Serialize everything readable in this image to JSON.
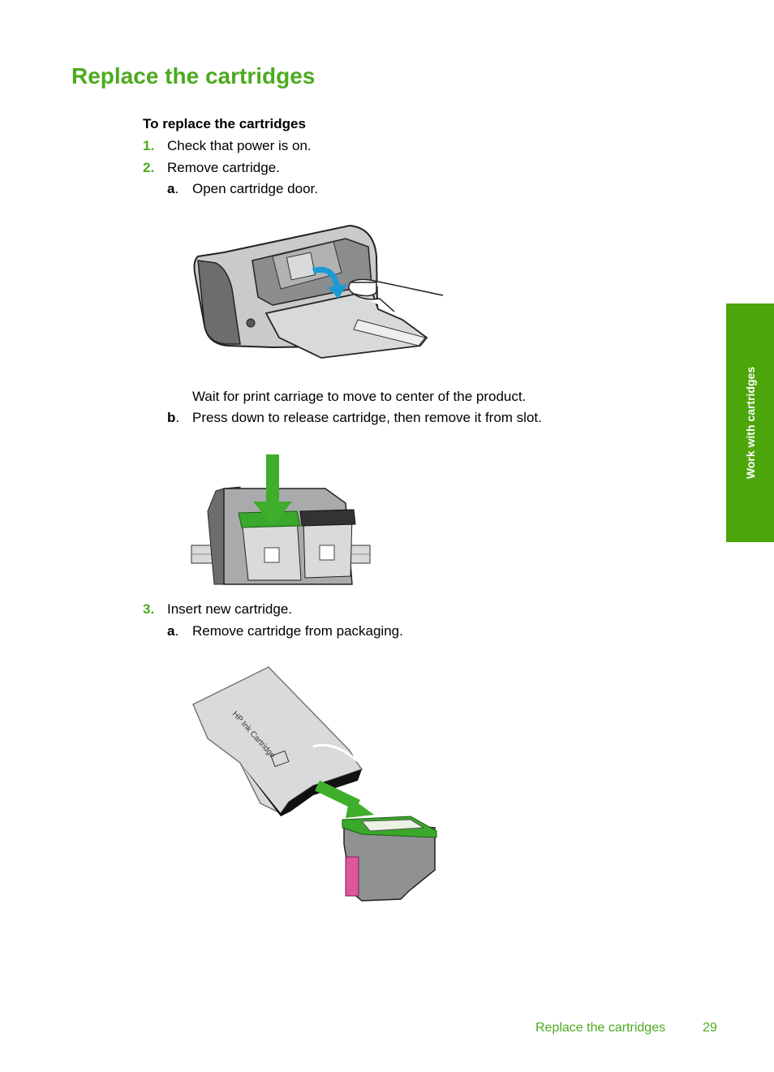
{
  "page_title": "Replace the cartridges",
  "procedure_title": "To replace the cartridges",
  "steps": [
    {
      "number": "1.",
      "text": "Check that power is on."
    },
    {
      "number": "2.",
      "text": "Remove cartridge."
    },
    {
      "number": "3.",
      "text": "Insert new cartridge."
    }
  ],
  "substeps": {
    "step2a": {
      "letter": "a",
      "text": "Open cartridge door."
    },
    "step2_note": "Wait for print carriage to move to center of the product.",
    "step2b": {
      "letter": "b",
      "text": "Press down to release cartridge, then remove it from slot."
    },
    "step3a": {
      "letter": "a",
      "text": "Remove cartridge from packaging."
    }
  },
  "side_tab": "Work with cartridges",
  "package_label": "HP Ink Cartridge",
  "footer": {
    "title": "Replace the cartridges",
    "page": "29"
  },
  "colors": {
    "accent": "#4cab1e",
    "tab": "#4ca60b",
    "arrow_blue": "#1a9bd7",
    "pink": "#e0559c"
  }
}
